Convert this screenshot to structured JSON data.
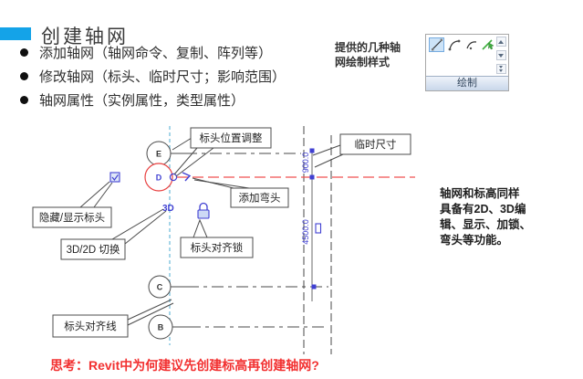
{
  "slide": {
    "title": "创建轴网",
    "accent_color": "#14A3E8",
    "bullets": [
      "添加轴网（轴网命令、复制、阵列等）",
      "修改轴网（标头、临时尺寸；影响范围）",
      "轴网属性（实例属性，类型属性）"
    ],
    "footer_question": "思考：Revit中为何建议先创建标高再创建轴网?"
  },
  "draw_panel": {
    "note": "提供的几种轴网绘制样式",
    "label": "绘制",
    "tools": [
      {
        "icon": "line-tool-icon",
        "selected": true
      },
      {
        "icon": "start-end-radius-arc-icon",
        "selected": false
      },
      {
        "icon": "center-ends-arc-icon",
        "selected": false
      },
      {
        "icon": "pick-lines-icon",
        "selected": false
      }
    ],
    "scroll_icons": [
      "scroll-up-icon",
      "scroll-down-icon",
      "scroll-more-icon"
    ]
  },
  "side_note": {
    "lines": [
      "轴网和标高同样",
      "具备有2D、3D编",
      "辑、显示、加锁、",
      "弯头等功能。"
    ]
  },
  "diagram": {
    "bubbles": [
      "E",
      "D",
      "C",
      "B"
    ],
    "callouts": {
      "header_position": "标头位置调整",
      "temp_dimension": "临时尺寸",
      "add_elbow": "添加弯头",
      "hide_show_header": "隐藏/显示标头",
      "toggle_3d_2d": "3D/2D 切换",
      "header_align_lock": "标头对齐锁",
      "header_align_line": "标头对齐线"
    },
    "dimensions": {
      "upper": "900.0",
      "lower": "4500.0"
    },
    "labels": {
      "view_mode": "3D"
    },
    "colors": {
      "selected_grid_red": "#E84040",
      "revit_blue": "#4040D2",
      "align_line_cyan": "#A5D5E8"
    }
  }
}
